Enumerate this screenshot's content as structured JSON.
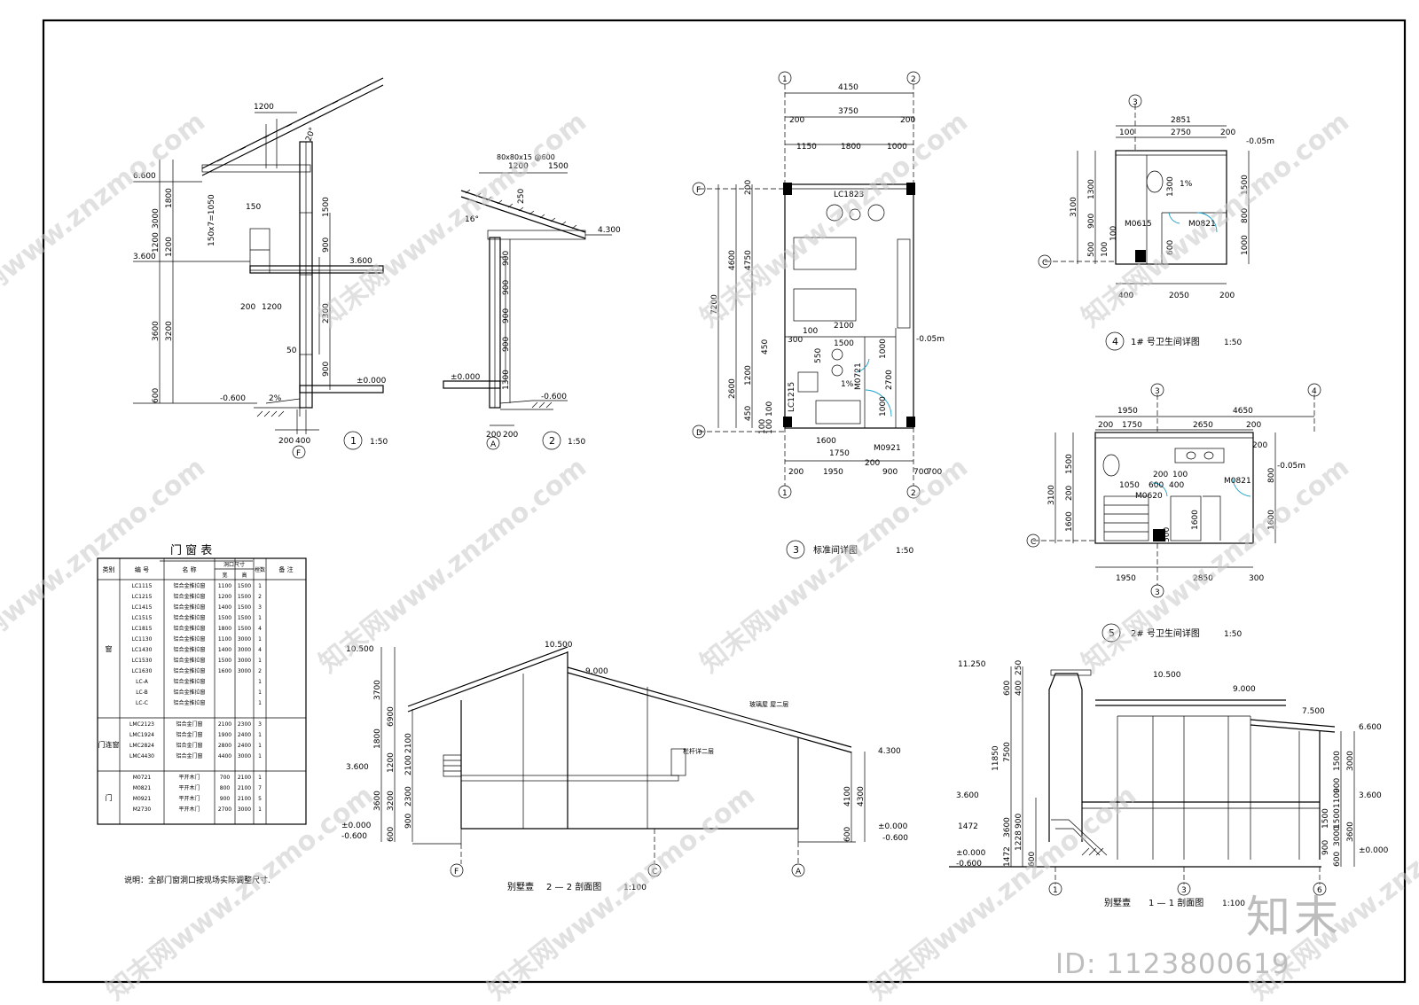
{
  "drawing": {
    "detail1": {
      "no": "1",
      "scale": "1:50",
      "elev_labels": [
        "6.600",
        "3.600",
        "3.600",
        "±0.000",
        "-0.600"
      ],
      "dims": [
        "1200",
        "1200",
        "200",
        "1200",
        "150",
        "150x7=1050",
        "3000",
        "1800",
        "1200",
        "1200",
        "3600",
        "3200",
        "600",
        "1500",
        "900",
        "2300",
        "900",
        "200",
        "400",
        "20°",
        "2%",
        "50"
      ],
      "axis": "F"
    },
    "detail2": {
      "no": "2",
      "scale": "1:50",
      "elev_labels": [
        "4.300",
        "±0.000",
        "-0.600"
      ],
      "dims": [
        "1200",
        "1500",
        "250",
        "16°",
        "900",
        "900",
        "900",
        "900",
        "1300",
        "200",
        "200",
        "80x80x15 @600"
      ],
      "axis": "A"
    },
    "detail3": {
      "no": "3",
      "title": "标准间详图",
      "scale": "1:50",
      "dims_top": [
        "4150",
        "200",
        "3750",
        "200",
        "1150",
        "1800",
        "1000"
      ],
      "dims_left": [
        "7200",
        "4600",
        "4750",
        "2600",
        "1200",
        "200",
        "450",
        "450",
        "100",
        "100",
        "100"
      ],
      "dims_inner": [
        "2100",
        "1500",
        "1600",
        "1750",
        "1000",
        "2700",
        "1000",
        "550",
        "300",
        "100"
      ],
      "dims_bottom": [
        "200",
        "1950",
        "200",
        "900",
        "700",
        "700"
      ],
      "window": "LC1823",
      "doors": [
        "M0721",
        "M0921",
        "LC1215"
      ],
      "elev_note": "-0.05m",
      "slope": "1%",
      "axes": [
        "1",
        "2",
        "F",
        "D"
      ]
    },
    "detail4": {
      "no": "4",
      "title": "1# 号卫生间详图",
      "scale": "1:50",
      "dims": [
        "2851",
        "100",
        "2750",
        "200",
        "3100",
        "1300",
        "900",
        "500",
        "1300",
        "1500",
        "800",
        "1000",
        "400",
        "2050",
        "200",
        "100",
        "100",
        "600"
      ],
      "doors": [
        "M0615",
        "M0821"
      ],
      "elev_note": "-0.05m",
      "slope": "1%",
      "axes": [
        "3",
        "C"
      ]
    },
    "detail5": {
      "no": "5",
      "title": "2# 号卫生间详图",
      "scale": "1:50",
      "dims": [
        "1950",
        "4650",
        "200",
        "1750",
        "2650",
        "200",
        "3100",
        "1500",
        "1600",
        "200",
        "800",
        "1600",
        "1050",
        "600",
        "200",
        "100",
        "400",
        "500",
        "1600",
        "1950",
        "2850",
        "300",
        "200"
      ],
      "doors": [
        "M0620",
        "M0821"
      ],
      "elev_note": "-0.05m",
      "axes": [
        "3",
        "4",
        "3",
        "C"
      ]
    },
    "table": {
      "title": "门 窗 表",
      "header": [
        "类别",
        "编 号",
        "名 称",
        "洞口尺寸",
        "樘数",
        "备 注"
      ],
      "subheader": [
        "宽",
        "高"
      ],
      "groups": [
        {
          "cat": "窗",
          "rows": [
            [
              "LC1115",
              "铝合金推拉窗",
              "1100",
              "1500",
              "1"
            ],
            [
              "LC1215",
              "铝合金推拉窗",
              "1200",
              "1500",
              "2"
            ],
            [
              "LC1415",
              "铝合金推拉窗",
              "1400",
              "1500",
              "3"
            ],
            [
              "LC1515",
              "铝合金推拉窗",
              "1500",
              "1500",
              "1"
            ],
            [
              "LC1815",
              "铝合金推拉窗",
              "1800",
              "1500",
              "4"
            ],
            [
              "LC1130",
              "铝合金推拉窗",
              "1100",
              "3000",
              "1"
            ],
            [
              "LC1430",
              "铝合金推拉窗",
              "1400",
              "3000",
              "4"
            ],
            [
              "LC1530",
              "铝合金推拉窗",
              "1500",
              "3000",
              "1"
            ],
            [
              "LC1630",
              "铝合金推拉窗",
              "1600",
              "3000",
              "2"
            ],
            [
              "LC-A",
              "铝合金推拉窗",
              "",
              "",
              "1"
            ],
            [
              "LC-B",
              "铝合金推拉窗",
              "",
              "",
              "1"
            ],
            [
              "LC-C",
              "铝合金推拉窗",
              "",
              "",
              "1"
            ]
          ]
        },
        {
          "cat": "门连窗",
          "rows": [
            [
              "LMC2123",
              "铝合金门窗",
              "2100",
              "2300",
              "3"
            ],
            [
              "LMC1924",
              "铝合金门窗",
              "1900",
              "2400",
              "1"
            ],
            [
              "LMC2824",
              "铝合金门窗",
              "2800",
              "2400",
              "1"
            ],
            [
              "LMC4430",
              "铝合金门窗",
              "4400",
              "3000",
              "1"
            ]
          ]
        },
        {
          "cat": "门",
          "rows": [
            [
              "M0721",
              "平开木门",
              "700",
              "2100",
              "1"
            ],
            [
              "M0821",
              "平开木门",
              "800",
              "2100",
              "7"
            ],
            [
              "M0921",
              "平开木门",
              "900",
              "2100",
              "5"
            ],
            [
              "M2730",
              "平开木门",
              "2700",
              "3000",
              "1"
            ]
          ]
        }
      ],
      "note": "说明：全部门窗洞口按现场实际调整尺寸."
    },
    "section22": {
      "title": "别墅壹",
      "name": "2 — 2 剖面图",
      "scale": "1:100",
      "elev_labels": [
        "10.500",
        "10.500",
        "9.000",
        "4.300",
        "3.600",
        "±0.000",
        "-0.600",
        "±0.000",
        "-0.600"
      ],
      "dims": [
        "3700",
        "6900",
        "1800",
        "1200",
        "2100",
        "2100",
        "3600",
        "3200",
        "2300",
        "900",
        "600",
        "4100",
        "4300",
        "600"
      ],
      "notes": [
        "玻璃屋 屋二层",
        "栏杆详二层"
      ],
      "axes": [
        "F",
        "C",
        "A"
      ]
    },
    "section11": {
      "title": "别墅壹",
      "name": "1 — 1 剖面图",
      "scale": "1:100",
      "elev_labels": [
        "11.250",
        "10.500",
        "9.000",
        "7.500",
        "6.600",
        "3.600",
        "3.600",
        "1472",
        "±0.000",
        "-0.600",
        "±0.000"
      ],
      "dims": [
        "250",
        "400",
        "600",
        "11850",
        "7500",
        "3600",
        "900",
        "1228",
        "1472",
        "600",
        "1500",
        "900",
        "1100",
        "3000",
        "1500",
        "3000",
        "3600",
        "1500",
        "900",
        "600"
      ],
      "axes": [
        "1",
        "3",
        "6"
      ]
    }
  },
  "watermark": {
    "text": "知末网www.znzmo.com",
    "brand": "知末",
    "id": "ID: 1123800619"
  }
}
